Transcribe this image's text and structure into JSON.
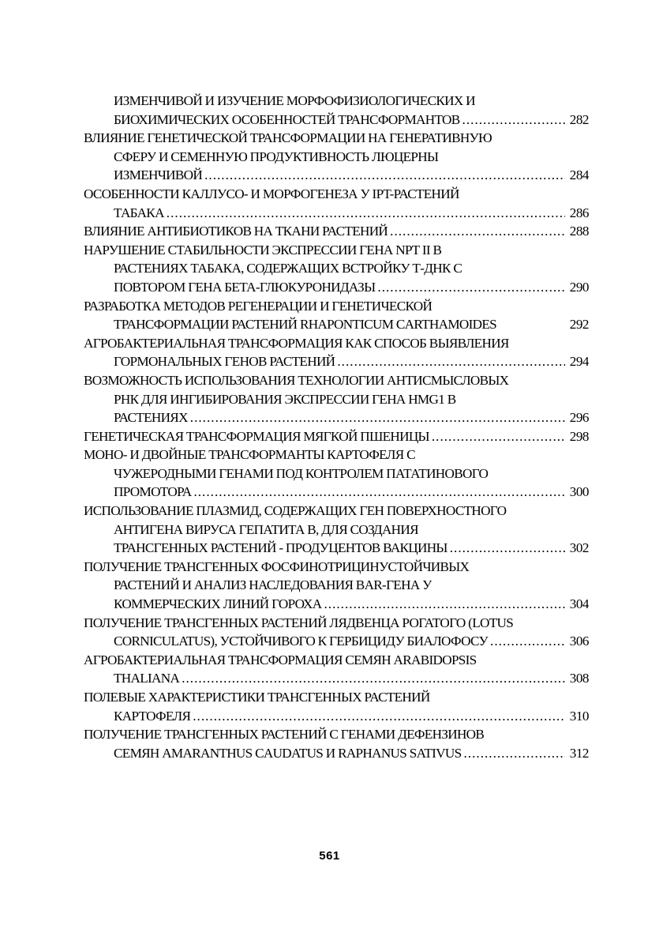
{
  "entries": [
    {
      "lines": [
        "ИЗМЕНЧИВОЙ И ИЗУЧЕНИЕ МОРФОФИЗИОЛОГИЧЕСКИХ И",
        "БИОХИМИЧЕСКИХ ОСОБЕННОСТЕЙ ТРАНСФОРМАНТОВ"
      ],
      "page": "282",
      "continued": true
    },
    {
      "lines": [
        "ВЛИЯНИЕ ГЕНЕТИЧЕСКОЙ ТРАНСФОРМАЦИИ НА ГЕНЕРАТИВНУЮ",
        "СФЕРУ И СЕМЕННУЮ ПРОДУКТИВНОСТЬ ЛЮЦЕРНЫ",
        "ИЗМЕНЧИВОЙ"
      ],
      "page": "284"
    },
    {
      "lines": [
        "ОСОБЕННОСТИ КАЛЛУСО- И МОРФОГЕНЕЗА У IPT-РАСТЕНИЙ",
        "ТАБАКА"
      ],
      "page": "286"
    },
    {
      "lines": [
        "ВЛИЯНИЕ АНТИБИОТИКОВ НА ТКАНИ РАСТЕНИЙ"
      ],
      "page": "288"
    },
    {
      "lines": [
        "НАРУШЕНИЕ СТАБИЛЬНОСТИ ЭКСПРЕССИИ ГЕНА NPT II В",
        "РАСТЕНИЯХ ТАБАКА, СОДЕРЖАЩИХ ВСТРОЙКУ Т-ДНК С",
        "ПОВТОРОМ ГЕНА БЕТА-ГЛЮКУРОНИДАЗЫ"
      ],
      "page": "290"
    },
    {
      "lines": [
        "РАЗРАБОТКА МЕТОДОВ РЕГЕНЕРАЦИИ И ГЕНЕТИЧЕСКОЙ",
        "ТРАНСФОРМАЦИИ РАСТЕНИЙ RHAPONTICUM CARTHAMOIDES"
      ],
      "page": "292",
      "noleader": true
    },
    {
      "lines": [
        "АГРОБАКТЕРИАЛЬНАЯ ТРАНСФОРМАЦИЯ КАК СПОСОБ ВЫЯВЛЕНИЯ",
        "ГОРМОНАЛЬНЫХ ГЕНОВ РАСТЕНИЙ"
      ],
      "page": "294"
    },
    {
      "lines": [
        "ВОЗМОЖНОСТЬ ИСПОЛЬЗОВАНИЯ ТЕХНОЛОГИИ АНТИСМЫСЛОВЫХ",
        "РНК ДЛЯ ИНГИБИРОВАНИЯ ЭКСПРЕССИИ ГЕНА HMG1 В",
        "РАСТЕНИЯХ"
      ],
      "page": "296"
    },
    {
      "lines": [
        "ГЕНЕТИЧЕСКАЯ ТРАНСФОРМАЦИЯ МЯГКОЙ ПШЕНИЦЫ"
      ],
      "page": "298"
    },
    {
      "lines": [
        "МОНО- И ДВОЙНЫЕ ТРАНСФОРМАНТЫ КАРТОФЕЛЯ С",
        "ЧУЖЕРОДНЫМИ ГЕНАМИ ПОД КОНТРОЛЕМ ПАТАТИНОВОГО",
        "ПРОМОТОРА"
      ],
      "page": "300"
    },
    {
      "lines": [
        "ИСПОЛЬЗОВАНИЕ ПЛАЗМИД, СОДЕРЖАЩИХ ГЕН ПОВЕРХНОСТНОГО",
        "АНТИГЕНА ВИРУСА ГЕПАТИТА B, ДЛЯ СОЗДАНИЯ",
        "ТРАНСГЕННЫХ РАСТЕНИЙ - ПРОДУЦЕНТОВ ВАКЦИНЫ"
      ],
      "page": "302"
    },
    {
      "lines": [
        "ПОЛУЧЕНИЕ ТРАНСГЕННЫХ ФОСФИНОТРИЦИНУСТОЙЧИВЫХ",
        "РАСТЕНИЙ И АНАЛИЗ НАСЛЕДОВАНИЯ BAR-ГЕНА У",
        "КОММЕРЧЕСКИХ ЛИНИЙ ГОРОХА"
      ],
      "page": "304"
    },
    {
      "lines": [
        "ПОЛУЧЕНИЕ ТРАНСГЕННЫХ РАСТЕНИЙ ЛЯДВЕНЦА РОГАТОГО (LOTUS",
        "CORNICULATUS), УСТОЙЧИВОГО К ГЕРБИЦИДУ БИАЛОФОСУ"
      ],
      "page": "306"
    },
    {
      "lines": [
        "АГРОБАКТЕРИАЛЬНАЯ ТРАНСФОРМАЦИЯ СЕМЯН ARABIDOPSIS",
        "THALIANA"
      ],
      "page": "308"
    },
    {
      "lines": [
        "ПОЛЕВЫЕ ХАРАКТЕРИСТИКИ ТРАНСГЕННЫХ РАСТЕНИЙ",
        "КАРТОФЕЛЯ"
      ],
      "page": "310"
    },
    {
      "lines": [
        "ПОЛУЧЕНИЕ ТРАНСГЕННЫХ РАСТЕНИЙ С ГЕНАМИ ДЕФЕНЗИНОВ",
        "СЕМЯН AMARANTHUS CAUDATUS И RAPHANUS SATIVUS"
      ],
      "page": "312"
    }
  ],
  "page_number": "561"
}
